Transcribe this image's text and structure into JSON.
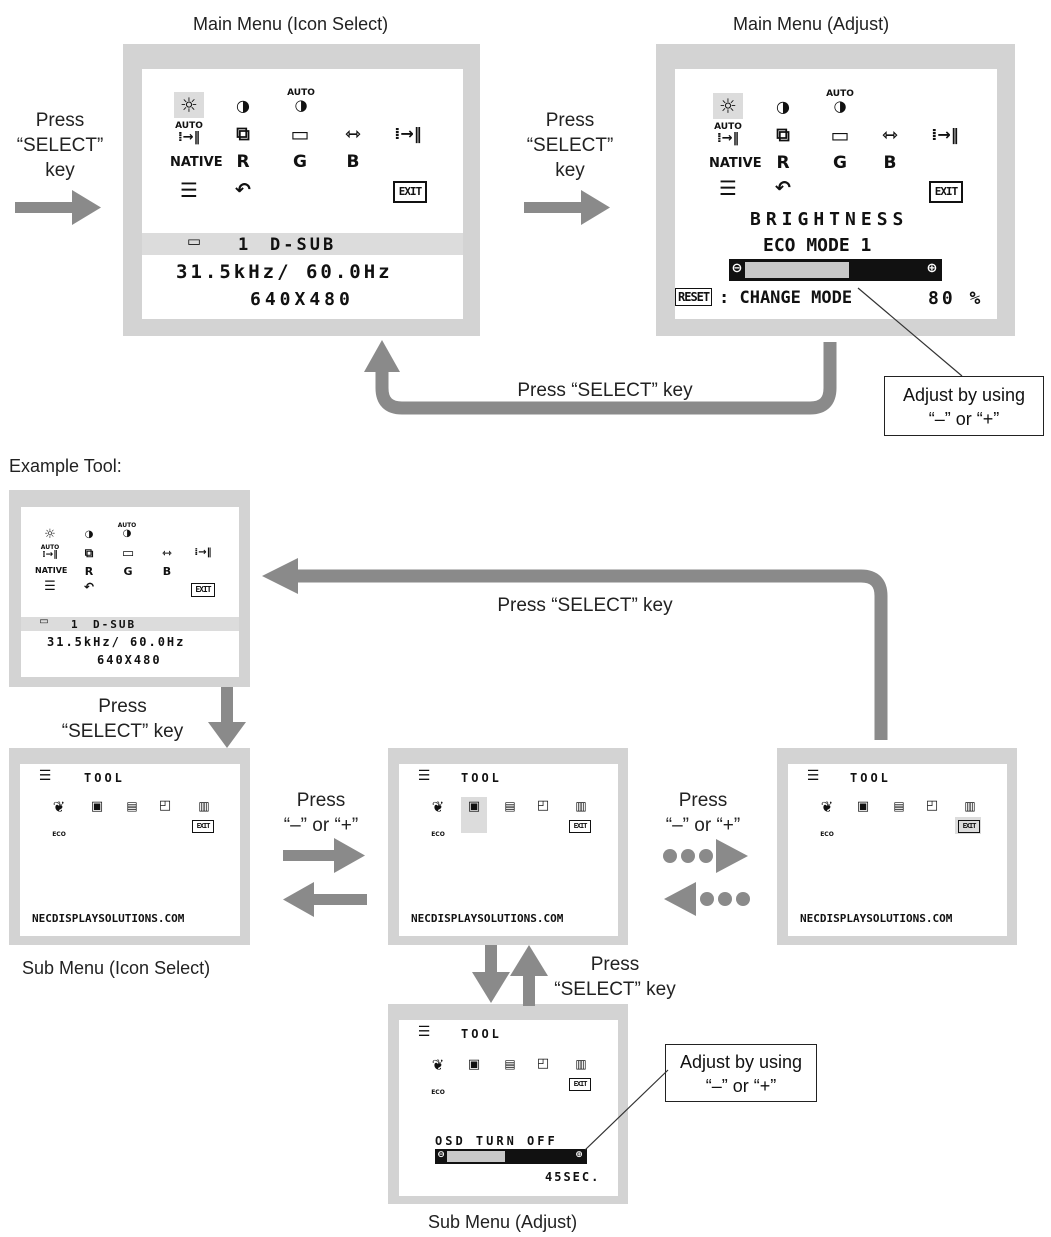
{
  "captions": {
    "main_icon_select": "Main Menu (Icon Select)",
    "main_adjust": "Main Menu (Adjust)",
    "example_tool": "Example Tool:",
    "sub_icon_select": "Sub Menu (Icon Select)",
    "sub_adjust": "Sub Menu (Adjust)"
  },
  "press": {
    "line1": "Press",
    "select_key": "“SELECT”",
    "key": "key",
    "select_key_inline": "“SELECT” key",
    "press_select_key_full": "Press “SELECT” key",
    "minus_plus": "“–” or “+”"
  },
  "callouts": {
    "adjust_line1": "Adjust by using",
    "adjust_line2": "“–” or “+”"
  },
  "main_menu": {
    "icons_row1": [
      "brightness-icon",
      "contrast-icon",
      "auto-contrast-icon"
    ],
    "auto_label": "AUTO",
    "native_label": "NATIVE",
    "r": "R",
    "g": "G",
    "b": "B",
    "exit_label": "EXIT",
    "input_number": "1",
    "input_name": "D-SUB",
    "frequency": "31.5kHz/ 60.0Hz",
    "resolution": "640X480"
  },
  "adjust_menu": {
    "setting_name": "BRIGHTNESS",
    "mode": "ECO MODE 1",
    "reset_label": "RESET",
    "change_mode": ": CHANGE MODE",
    "value": "80 %",
    "level": 0.8
  },
  "tool_menu": {
    "title": "TOOL",
    "eco_label": "ECO",
    "exit_label": "EXIT",
    "website": "NECDISPLAYSOLUTIONS.COM",
    "osd_turn_off": "OSD TURN OFF",
    "timeout": "45SEC.",
    "level": 0.36
  }
}
